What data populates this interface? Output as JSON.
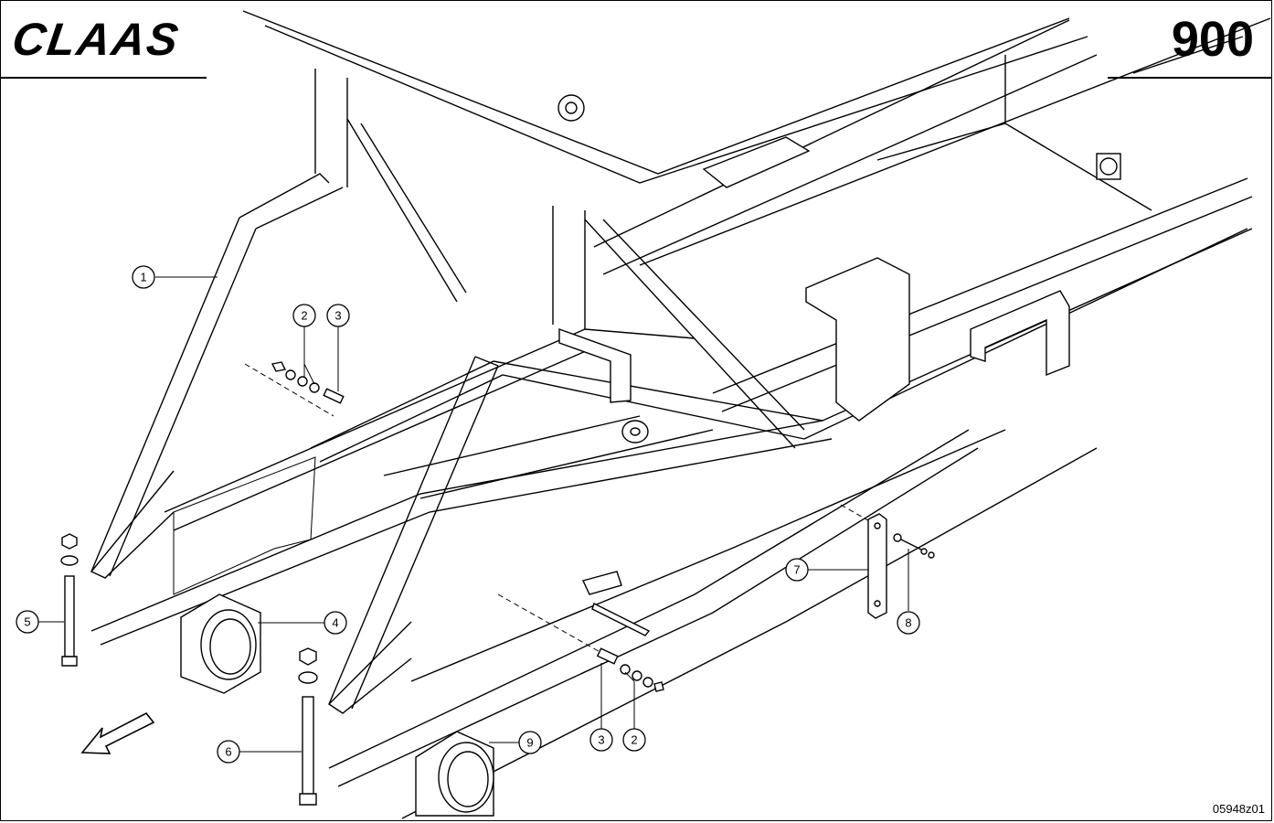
{
  "header": {
    "brand": "CLAAS",
    "page_number": "900"
  },
  "footer": {
    "drawing_id": "05948z01"
  },
  "callouts": [
    {
      "id": "c1",
      "label": "1"
    },
    {
      "id": "c2a",
      "label": "2"
    },
    {
      "id": "c3a",
      "label": "3"
    },
    {
      "id": "c4",
      "label": "4"
    },
    {
      "id": "c5",
      "label": "5"
    },
    {
      "id": "c6",
      "label": "6"
    },
    {
      "id": "c3b",
      "label": "3"
    },
    {
      "id": "c2b",
      "label": "2"
    },
    {
      "id": "c7",
      "label": "7"
    },
    {
      "id": "c8",
      "label": "8"
    },
    {
      "id": "c9",
      "label": "9"
    }
  ],
  "icons": {
    "direction": "forward-direction-arrow-icon"
  }
}
